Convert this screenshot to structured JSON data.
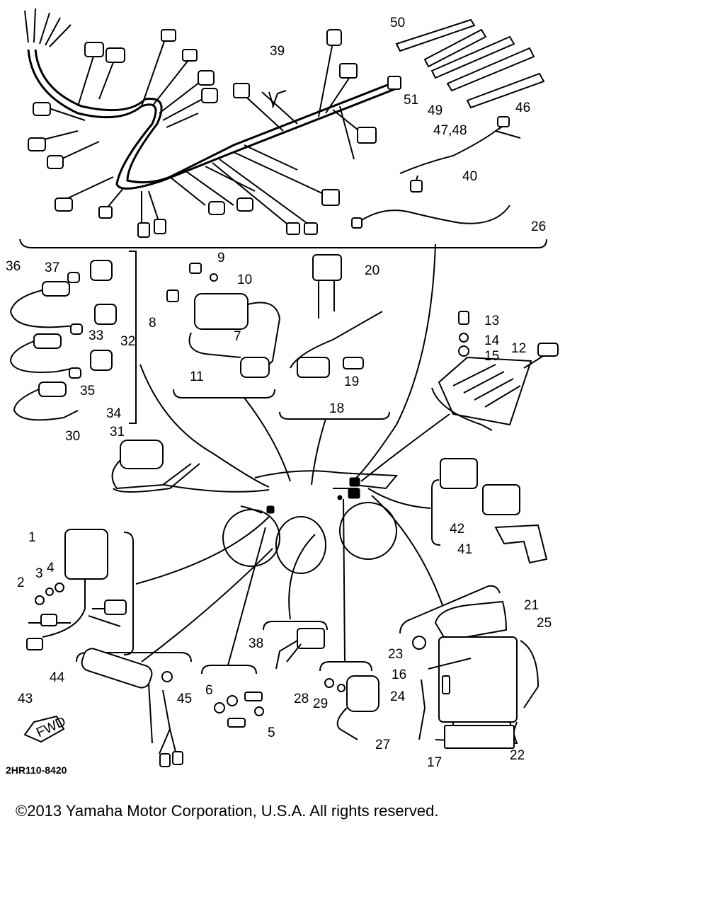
{
  "diagram_code": "2HR110-8420",
  "copyright": "©2013 Yamaha Motor Corporation, U.S.A. All rights reserved.",
  "fwd_label": "FWD",
  "callouts": {
    "c1": "1",
    "c2": "2",
    "c3": "3",
    "c4": "4",
    "c5": "5",
    "c6": "6",
    "c7": "7",
    "c8": "8",
    "c9": "9",
    "c10": "10",
    "c11": "11",
    "c12": "12",
    "c13": "13",
    "c14": "14",
    "c15": "15",
    "c16": "16",
    "c17": "17",
    "c18": "18",
    "c19": "19",
    "c20": "20",
    "c21": "21",
    "c22": "22",
    "c23": "23",
    "c24": "24",
    "c25": "25",
    "c26": "26",
    "c27": "27",
    "c28": "28",
    "c29": "29",
    "c30": "30",
    "c31": "31",
    "c32": "32",
    "c33": "33",
    "c34": "34",
    "c35": "35",
    "c36": "36",
    "c37": "37",
    "c38": "38",
    "c39": "39",
    "c40": "40",
    "c41": "41",
    "c42": "42",
    "c43": "43",
    "c44": "44",
    "c45": "45",
    "c46": "46",
    "c47_48": "47,48",
    "c49": "49",
    "c50": "50",
    "c51": "51"
  }
}
